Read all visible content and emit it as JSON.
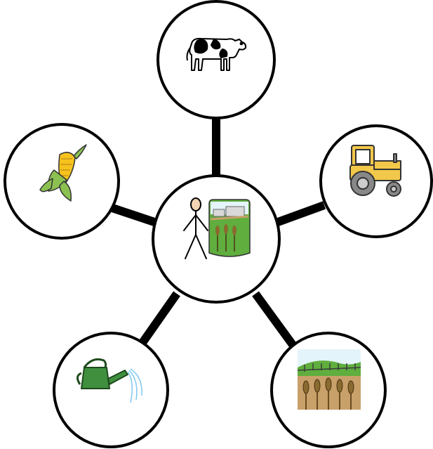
{
  "diagram": {
    "center": {
      "icon": "farmer-person-with-farm-icon"
    },
    "nodes": [
      {
        "id": "cow",
        "icon": "cow-icon"
      },
      {
        "id": "tractor",
        "icon": "tractor-icon"
      },
      {
        "id": "field",
        "icon": "wheat-field-icon"
      },
      {
        "id": "watering-can",
        "icon": "watering-can-icon"
      },
      {
        "id": "corn",
        "icon": "corn-icon"
      }
    ]
  },
  "colors": {
    "line": "#000000",
    "circle_fill": "#ffffff",
    "tractor": "#f2c84b",
    "corn": "#f5c31c",
    "leaf": "#8cc152",
    "can": "#3f8f3f",
    "water": "#7ec8f0",
    "soil": "#c8a06a",
    "field_green": "#5fae3e"
  }
}
